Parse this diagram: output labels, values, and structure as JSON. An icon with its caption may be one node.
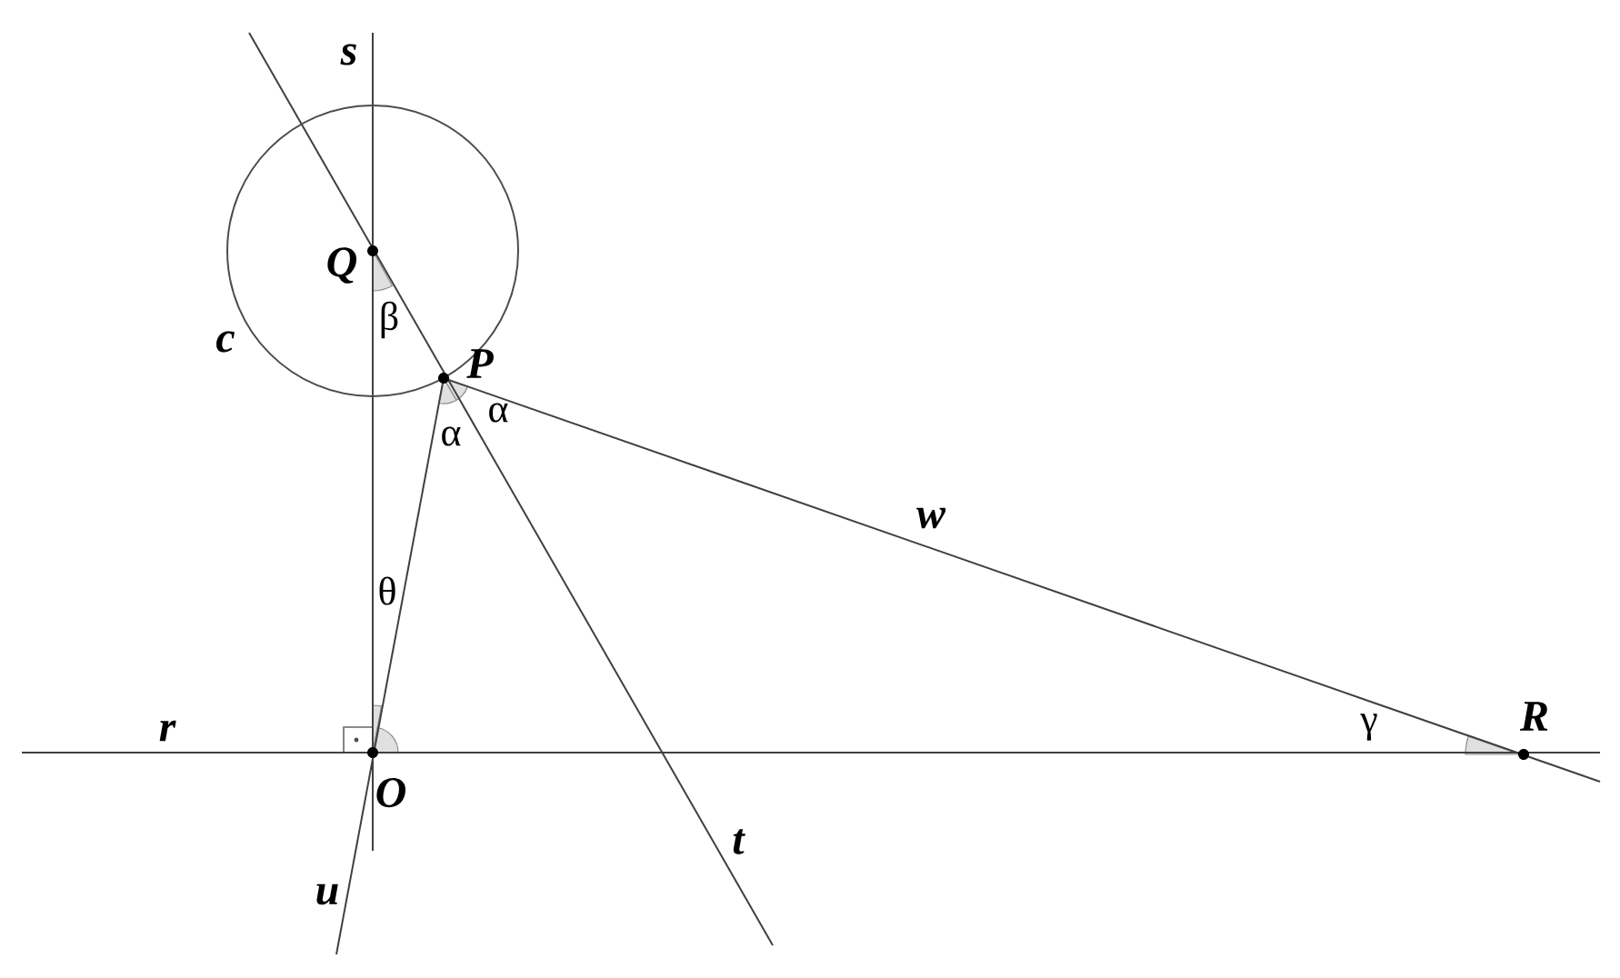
{
  "diagram": {
    "labels": [
      "s",
      "Q",
      "β",
      "c",
      "P",
      "α",
      "α",
      "w",
      "θ",
      "r",
      "O",
      "γ",
      "R",
      "t",
      "u"
    ]
  }
}
